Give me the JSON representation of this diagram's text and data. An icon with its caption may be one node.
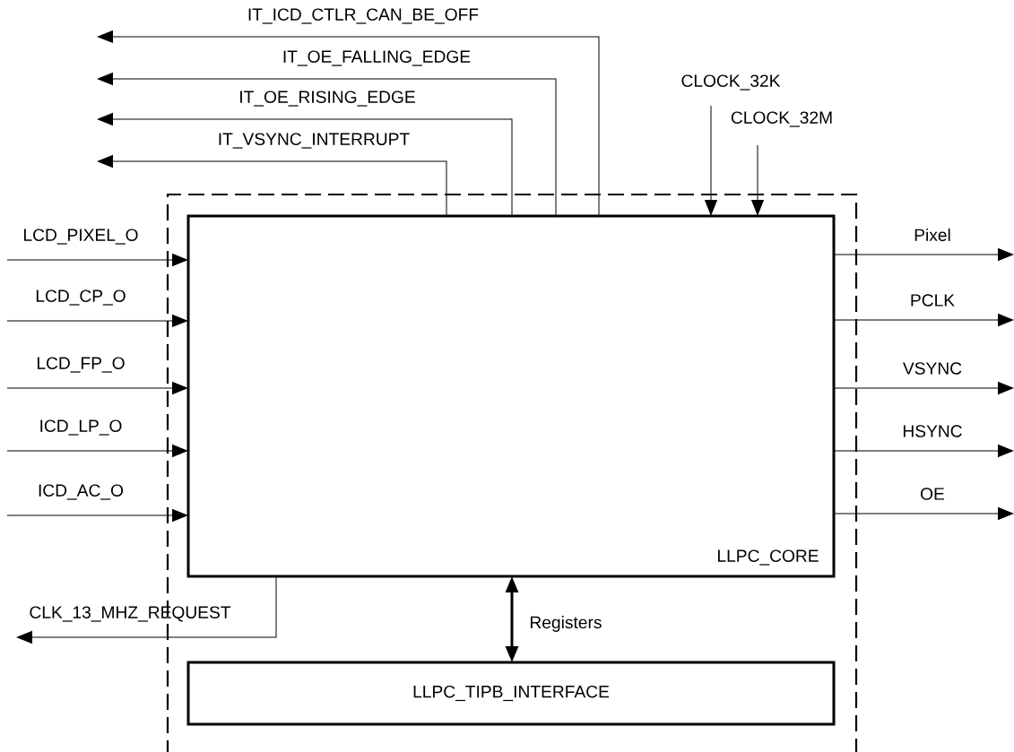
{
  "diagram": {
    "nodes": [
      {
        "text": [],
        "shape": "box"
      },
      {
        "text": [
          "LLPC_CORE"
        ],
        "in": 0
      },
      {
        "text": [
          "LLPC_TIPB_INTERFACE"
        ],
        "in": 0
      }
    ],
    "edges": [
      {
        "from": null,
        "to": 1,
        "arrow": "to",
        "label": "LCD_PIXEL_O"
      },
      {
        "from": null,
        "to": 1,
        "arrow": "to",
        "label": "LCD_CP_O"
      },
      {
        "from": null,
        "to": 1,
        "arrow": "to",
        "label": "LCD_FP_O"
      },
      {
        "from": null,
        "to": 1,
        "arrow": "to",
        "label": "ICD_LP_O"
      },
      {
        "from": null,
        "to": 1,
        "arrow": "to",
        "label": "ICD_AC_O"
      },
      {
        "from": 1,
        "to": null,
        "arrow": "to",
        "label": "Pixel"
      },
      {
        "from": 1,
        "to": null,
        "arrow": "to",
        "label": "PCLK"
      },
      {
        "from": 1,
        "to": null,
        "arrow": "to",
        "label": "VSYNC"
      },
      {
        "from": 1,
        "to": null,
        "arrow": "to",
        "label": "HSYNC"
      },
      {
        "from": 1,
        "to": null,
        "arrow": "to",
        "label": "OE"
      },
      {
        "from": 1,
        "to": null,
        "arrow": "to",
        "label": "IT_ICD_CTLR_CAN_BE_OFF"
      },
      {
        "from": 1,
        "to": null,
        "arrow": "to",
        "label": "IT_OE_FALLING_EDGE"
      },
      {
        "from": 1,
        "to": null,
        "arrow": "to",
        "label": "IT_OE_RISING_EDGE"
      },
      {
        "from": 1,
        "to": null,
        "arrow": "to",
        "label": "IT_VSYNC_INTERRUPT"
      },
      {
        "from": null,
        "to": 1,
        "arrow": "to",
        "label": "CLOCK_32K"
      },
      {
        "from": null,
        "to": 1,
        "arrow": "to",
        "label": "CLOCK_32M"
      },
      {
        "from": 1,
        "to": null,
        "arrow": "to",
        "label": "CLK_13_MHZ_REQUEST"
      },
      {
        "from": 1,
        "to": 2,
        "arrow": "both",
        "label": "Registers",
        "style": "thick"
      }
    ]
  }
}
